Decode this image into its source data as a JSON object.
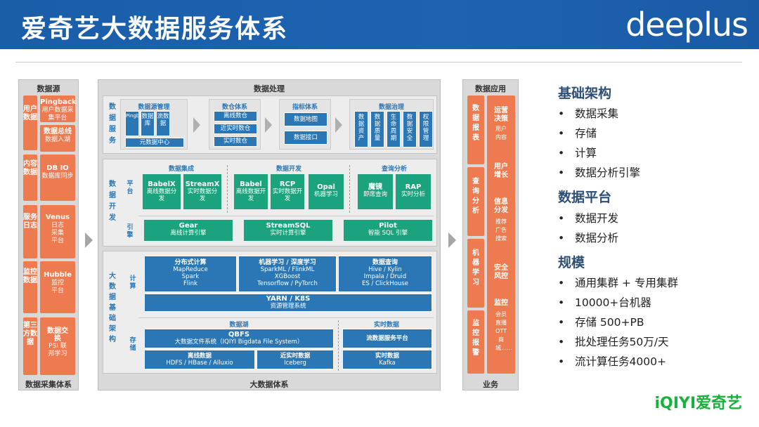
{
  "header": {
    "title": "爱奇艺大数据服务体系",
    "logo": "deeplus"
  },
  "left": {
    "footer": "数据采集体系",
    "title": "数据源",
    "groups": [
      {
        "label": "用户数据",
        "items": [
          {
            "name": "Pingback",
            "desc": "用户数据采集平台"
          },
          {
            "name": "数据总线",
            "desc": "数据入湖"
          }
        ]
      },
      {
        "label": "内容数据",
        "items": [
          {
            "name": "DB IO",
            "desc": "数据库同步"
          }
        ]
      },
      {
        "label": "服务日志",
        "items": [
          {
            "name": "Venus",
            "desc": "日志采集平台"
          }
        ]
      },
      {
        "label": "监控数据",
        "items": [
          {
            "name": "Hubble",
            "desc": "监控平台"
          }
        ]
      },
      {
        "label": "第三方数据",
        "items": [
          {
            "name": "数据交换",
            "desc": "PSI 联邦学习"
          }
        ]
      }
    ]
  },
  "mid": {
    "title": "数据处理",
    "footer": "大数据体系",
    "svc": {
      "label": "数据服务",
      "src": {
        "title": "数据源管理",
        "items": [
          "Pingback",
          "数据库",
          "流数据"
        ],
        "center": "元数据中心"
      },
      "dw": {
        "title": "数仓体系",
        "items": [
          "离线数仓",
          "近实时数仓",
          "实时数仓"
        ]
      },
      "idx": {
        "title": "指标体系",
        "items": [
          "数据地图",
          "数据接口"
        ]
      },
      "gov": {
        "title": "数据治理",
        "items": [
          "数据资产",
          "数据质量",
          "生命周期",
          "数据安全",
          "权限管理"
        ]
      }
    },
    "dev": {
      "label": "数据开发",
      "platform": "平台",
      "engine": "引擎",
      "integ": {
        "title": "数据集成",
        "items": [
          {
            "name": "BabelX",
            "desc": "离线数据分发"
          },
          {
            "name": "StreamX",
            "desc": "实时数据分发"
          }
        ]
      },
      "devp": {
        "title": "数据开发",
        "items": [
          {
            "name": "Babel",
            "desc": "离线数据开发"
          },
          {
            "name": "RCP",
            "desc": "实时数据开发"
          },
          {
            "name": "Opal",
            "desc": "机器学习"
          }
        ]
      },
      "qa": {
        "title": "查询分析",
        "items": [
          {
            "name": "魔镜",
            "desc": "即席查询"
          },
          {
            "name": "RAP",
            "desc": "实时分析"
          }
        ]
      },
      "engines": [
        {
          "name": "Gear",
          "desc": "离线计算引擎"
        },
        {
          "name": "StreamSQL",
          "desc": "实时计算引擎"
        },
        {
          "name": "Pilot",
          "desc": "智能 SQL 引擎"
        }
      ]
    },
    "infra": {
      "label": "大数据基础架构",
      "compute": "计算",
      "storage": "存储",
      "c1": {
        "title": "分布式计算",
        "lines": [
          "MapReduce",
          "Spark",
          "Flink"
        ]
      },
      "c2": {
        "title": "机器学习 / 深度学习",
        "lines": [
          "SparkML / FlinkML",
          "XGBoost",
          "Tensorflow / PyTorch"
        ]
      },
      "c3": {
        "title": "数据查询",
        "lines": [
          "Hive / Kylin",
          "Impala / Druid",
          "ES / ClickHouse"
        ]
      },
      "yarn": {
        "title": "YARN / K8S",
        "desc": "资源管理系统"
      },
      "lake": "数据湖",
      "rt": "实时数据",
      "qbfs": {
        "title": "QBFS",
        "desc": "大数据文件系统（IQIYI Bigdata File System）"
      },
      "stream": {
        "title": "流数据服务平台"
      },
      "offline": {
        "title": "离线数据",
        "desc": "HDFS / HBase / Alluxio"
      },
      "nrt": {
        "title": "近实时数据",
        "desc": "Iceberg"
      },
      "rtd": {
        "title": "实时数据",
        "desc": "Kafka"
      }
    }
  },
  "app": {
    "title": "数据应用",
    "footer": "业务",
    "left": [
      "数据报表",
      "查询分析",
      "机器学习",
      "监控报警"
    ],
    "right": [
      {
        "name": "运营决策",
        "desc": "用户内容"
      },
      {
        "name": "用户增长",
        "desc": ""
      },
      {
        "name": "信息分发",
        "desc": "推荐广告搜索"
      },
      {
        "name": "安全风控",
        "desc": ""
      },
      {
        "name": "监控",
        "desc": "会员直播OTT商城……"
      }
    ]
  },
  "side": {
    "s1": {
      "title": "基础架构",
      "items": [
        "数据采集",
        "存储",
        "计算",
        "数据分析引擎"
      ]
    },
    "s2": {
      "title": "数据平台",
      "items": [
        "数据开发",
        "数据分析"
      ]
    },
    "s3": {
      "title": "规模",
      "items": [
        "通用集群 + 专用集群",
        "10000+台机器",
        "存储 500+PB",
        "批处理任务50万/天",
        "流计算任务4000+"
      ]
    }
  },
  "brand": "iQIYI爱奇艺"
}
